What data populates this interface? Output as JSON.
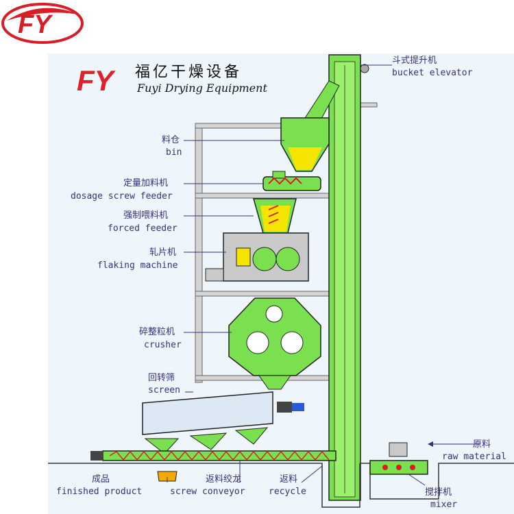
{
  "logo": {
    "text": "FY",
    "color": "#d81e25"
  },
  "brand": {
    "mark": "FY",
    "name_cn": "福亿干燥设备",
    "name_en": "Fuyi Drying Equipment"
  },
  "colors": {
    "background_panel": "#eef5fb",
    "machine_green": "#7be04f",
    "machine_outline": "#222222",
    "frame_grey": "#c9c9c9",
    "material_yellow": "#f5e400",
    "label_text": "#3a2f7a",
    "logo_red": "#d81e25"
  },
  "labels": {
    "bucket_elevator": {
      "cn": "斗式提升机",
      "en": "bucket elevator"
    },
    "bin": {
      "cn": "料仓",
      "en": "bin"
    },
    "dosage_screw_feeder": {
      "cn": "定量加料机",
      "en": "dosage screw feeder"
    },
    "forced_feeder": {
      "cn": "强制喂料机",
      "en": "forced feeder"
    },
    "flaking_machine": {
      "cn": "轧片机",
      "en": "flaking machine"
    },
    "crusher": {
      "cn": "碎整粒机",
      "en": "crusher"
    },
    "screen": {
      "cn": "回转筛",
      "en": "screen"
    },
    "raw_material": {
      "cn": "原料",
      "en": "raw material"
    },
    "finished_product": {
      "cn": "成品",
      "en": "finished product"
    },
    "screw_conveyor": {
      "cn": "返料绞龙",
      "en": "screw conveyor"
    },
    "recycle": {
      "cn": "返料",
      "en": "recycle"
    },
    "mixer": {
      "cn": "搅拌机",
      "en": "mixer"
    }
  }
}
